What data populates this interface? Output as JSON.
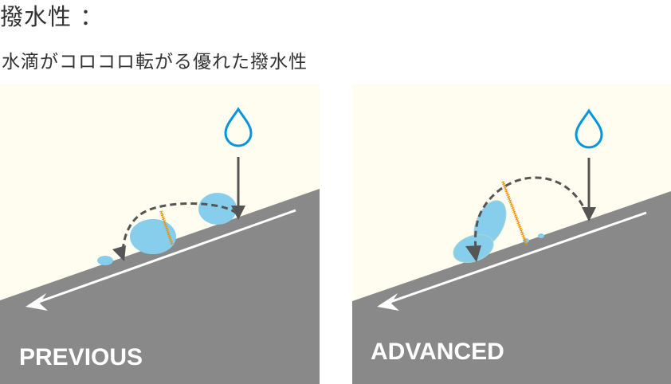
{
  "header": {
    "title": "撥水性 ：",
    "subtitle": "水滴がコロコロ転がる優れた撥水性"
  },
  "panels": [
    {
      "label": "PREVIOUS"
    },
    {
      "label": "ADVANCED"
    }
  ],
  "colors": {
    "background": "#fefdf0",
    "slope": "#898989",
    "droplet": "#87ceec",
    "drop_icon": "#0096dc",
    "arrow": "#555555",
    "scale": "#f08c00"
  }
}
